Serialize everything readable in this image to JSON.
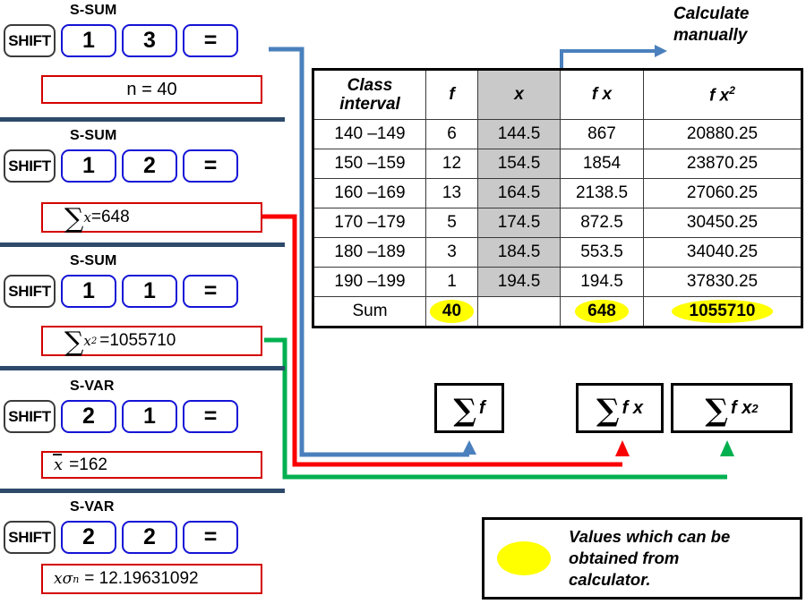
{
  "left_panel": {
    "sequences": [
      {
        "mode_label": "S-SUM",
        "shift_key": "SHIFT",
        "keys": [
          "1",
          "3",
          "="
        ],
        "result": "n = 40",
        "result_kind": "plain"
      },
      {
        "mode_label": "S-SUM",
        "shift_key": "SHIFT",
        "keys": [
          "1",
          "2",
          "="
        ],
        "result_sigma": "∑",
        "result_var": "x",
        "result_sup": "",
        "result_value": "=648",
        "result_kind": "sigma"
      },
      {
        "mode_label": "S-SUM",
        "shift_key": "SHIFT",
        "keys": [
          "1",
          "1",
          "="
        ],
        "result_sigma": "∑",
        "result_var": "x",
        "result_sup": "2",
        "result_value": "=1055710",
        "result_kind": "sigma"
      },
      {
        "mode_label": "S-VAR",
        "shift_key": "SHIFT",
        "keys": [
          "2",
          "1",
          "="
        ],
        "result_var": "x",
        "result_value": "=162",
        "result_kind": "xbar"
      },
      {
        "mode_label": "S-VAR",
        "shift_key": "SHIFT",
        "keys": [
          "2",
          "2",
          "="
        ],
        "result_var": "x",
        "result_sigma_sym": "σ",
        "result_sub": "n",
        "result_value": "= 12.19631092",
        "result_kind": "sigman"
      }
    ]
  },
  "chart_data": {
    "type": "table",
    "title": "Grouped frequency distribution",
    "columns": [
      "Class interval",
      "f",
      "x",
      "f x",
      "f x²"
    ],
    "rows": [
      [
        "140 –149",
        "6",
        "144.5",
        "867",
        "20880.25"
      ],
      [
        "150 –159",
        "12",
        "154.5",
        "1854",
        "23870.25"
      ],
      [
        "160 –169",
        "13",
        "164.5",
        "2138.5",
        "27060.25"
      ],
      [
        "170 –179",
        "5",
        "174.5",
        "872.5",
        "30450.25"
      ],
      [
        "180 –189",
        "3",
        "184.5",
        "553.5",
        "34040.25"
      ],
      [
        "190 –199",
        "1",
        "194.5",
        "194.5",
        "37830.25"
      ]
    ],
    "sum_row": {
      "label": "Sum",
      "f": "40",
      "x": "",
      "fx": "648",
      "fx2": "1055710"
    },
    "highlighted_cells": [
      "40",
      "648",
      "1055710"
    ],
    "shaded_column": "x"
  },
  "table": {
    "headers": {
      "class_interval_line1": "Class",
      "class_interval_line2": "interval",
      "f": "f",
      "x": "x",
      "fx": "f x",
      "fx2_base": "f x",
      "fx2_sup": "2"
    }
  },
  "sum_boxes": [
    {
      "sigma": "∑",
      "label": "f",
      "sup": ""
    },
    {
      "sigma": "∑",
      "label": "f x",
      "sup": ""
    },
    {
      "sigma": "∑",
      "label": "f x",
      "sup": "2"
    }
  ],
  "annotations": {
    "calculate_manually_line1": "Calculate",
    "calculate_manually_line2": "manually",
    "legend_line1": "Values which can be",
    "legend_line2": "obtained from",
    "legend_line3": "calculator."
  },
  "colors": {
    "key_border_blue": "#1414d6",
    "result_border_red": "#d40000",
    "wire_blue": "#4a80bd",
    "wire_red": "#fa0000",
    "wire_green": "#00b050",
    "separator": "#2e4a6b",
    "highlight_yellow": "#ffff00",
    "shaded_column": "#c9c9c9"
  }
}
